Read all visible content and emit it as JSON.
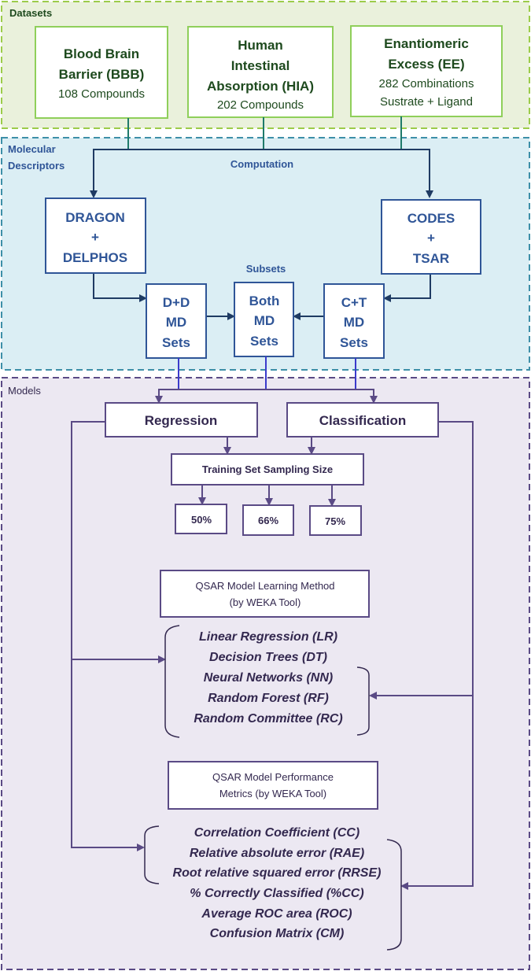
{
  "panels": {
    "datasets": {
      "label": "Datasets",
      "color": "#9ccc4a",
      "fill": "#eaf1dc"
    },
    "descriptors": {
      "label_line1": "Molecular",
      "label_line2": "Descriptors",
      "color": "#3d8fa8",
      "fill": "#dbeef4"
    },
    "models": {
      "label": "Models",
      "color": "#5a4a85",
      "fill": "#ece8f2"
    }
  },
  "datasets": [
    {
      "title_lines": [
        "Blood Brain",
        "Barrier (BBB)"
      ],
      "detail_lines": [
        "108 Compounds"
      ]
    },
    {
      "title_lines": [
        "Human",
        "Intestinal",
        "Absorption (HIA)"
      ],
      "detail_lines": [
        "202 Compounds"
      ]
    },
    {
      "title_lines": [
        "Enantiomeric",
        "Excess (EE)"
      ],
      "detail_lines": [
        "282 Combinations",
        "Sustrate + Ligand"
      ]
    }
  ],
  "computation_label": "Computation",
  "tools": [
    {
      "lines": [
        "DRAGON",
        "+",
        "DELPHOS"
      ]
    },
    {
      "lines": [
        "CODES",
        "+",
        "TSAR"
      ]
    }
  ],
  "subsets_label": "Subsets",
  "subsets": [
    {
      "lines": [
        "D+D",
        "MD",
        "Sets"
      ]
    },
    {
      "lines": [
        "Both",
        "MD",
        "Sets"
      ]
    },
    {
      "lines": [
        "C+T",
        "MD",
        "Sets"
      ]
    }
  ],
  "model_types": [
    "Regression",
    "Classification"
  ],
  "training": {
    "label": "Training Set Sampling Size",
    "sizes": [
      "50%",
      "66%",
      "75%"
    ]
  },
  "learning": {
    "title_lines": [
      "QSAR Model Learning Method",
      "(by WEKA Tool)"
    ],
    "methods": [
      "Linear Regression (LR)",
      "Decision Trees (DT)",
      "Neural Networks (NN)",
      "Random Forest (RF)",
      "Random Committee (RC)"
    ]
  },
  "performance": {
    "title_lines": [
      "QSAR Model Performance",
      "Metrics (by WEKA Tool)"
    ],
    "metrics": [
      "Correlation Coefficient (CC)",
      "Relative absolute error (RAE)",
      "Root relative squared error (RRSE)",
      "% Correctly Classified (%CC)",
      "Average ROC area (ROC)",
      "Confusion Matrix (CM)"
    ]
  }
}
